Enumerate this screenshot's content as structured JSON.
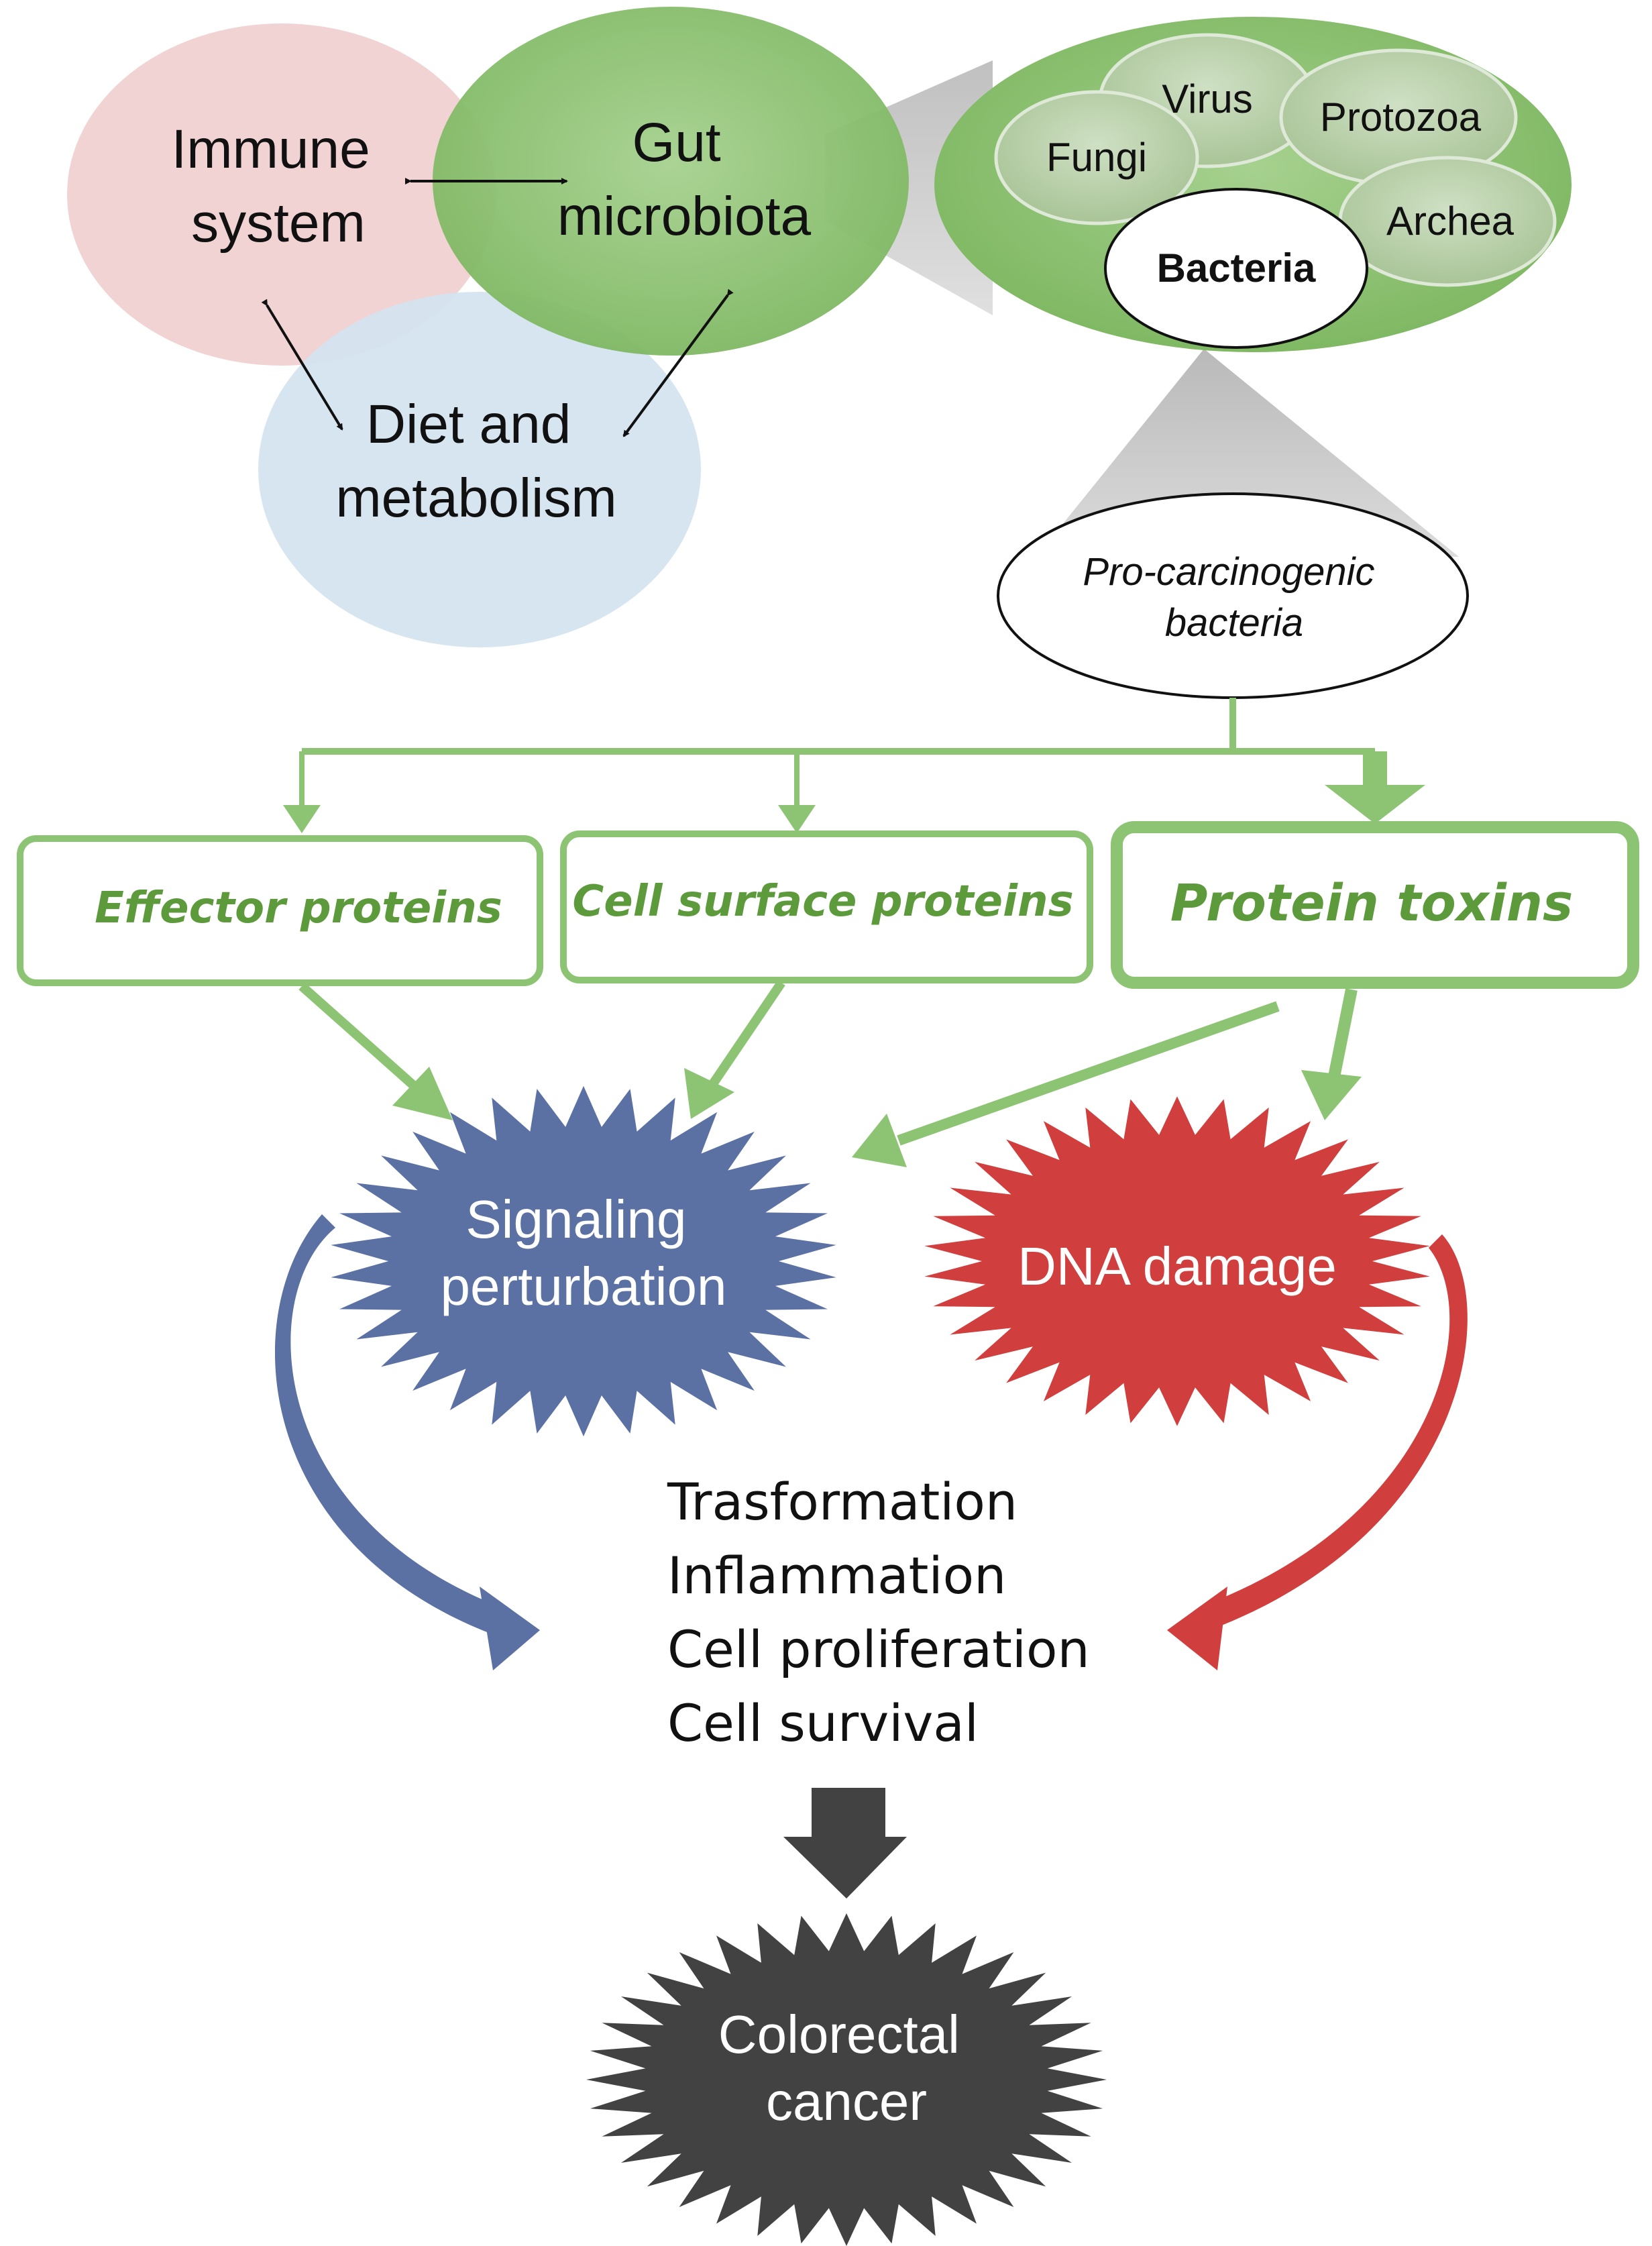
{
  "colors": {
    "immune_fill": "#f0cfcf",
    "gut_fill": "#8fc178",
    "diet_fill": "#d4e3f0",
    "green": "#8cc474",
    "green_text": "#5c9a3c",
    "blue_star": "#5b70a3",
    "red_star": "#d13e3e",
    "dark_star": "#424242"
  },
  "top": {
    "immune_label": [
      "Immune",
      "system"
    ],
    "gut_label": [
      "Gut",
      "microbiota"
    ],
    "diet_label": [
      "Diet and",
      "metabolism"
    ]
  },
  "microbes": {
    "virus": "Virus",
    "protozoa": "Protozoa",
    "fungi": "Fungi",
    "archea": "Archea",
    "bacteria": "Bacteria"
  },
  "pro_carcinogenic": [
    "Pro-carcinogenic",
    "bacteria"
  ],
  "boxes": {
    "effector": "Effector proteins",
    "surface": "Cell surface proteins",
    "toxins": "Protein toxins"
  },
  "stars": {
    "signaling": [
      "Signaling",
      "perturbation"
    ],
    "dna": "DNA damage",
    "cancer": [
      "Colorectal",
      "cancer"
    ]
  },
  "outcomes": [
    "Trasformation",
    "Inflammation",
    "Cell proliferation",
    "Cell survival"
  ]
}
